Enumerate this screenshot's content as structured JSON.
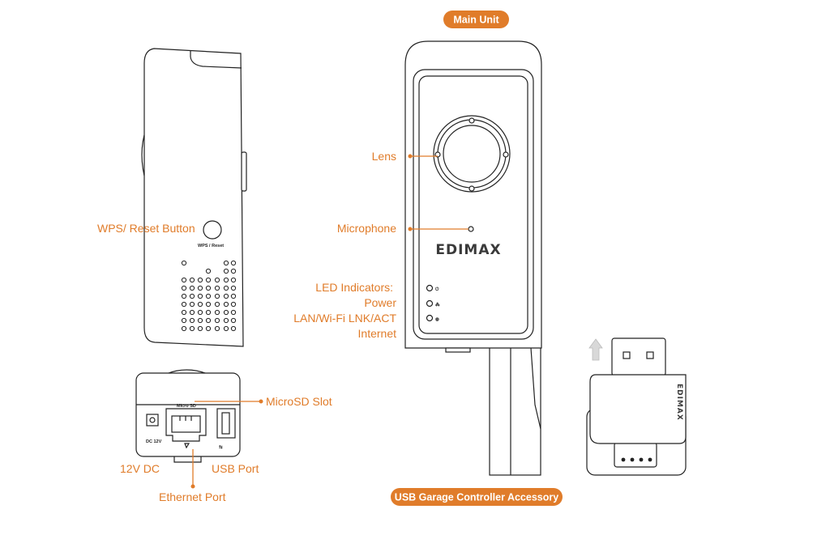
{
  "headers": {
    "main_unit": "Main Unit",
    "accessory": "USB Garage Controller Accessory"
  },
  "labels": {
    "wps_reset_button": "WPS/ Reset Button",
    "lens": "Lens",
    "microphone": "Microphone",
    "led_indicators": "LED Indicators:",
    "power": "Power",
    "lan_wifi": "LAN/Wi-Fi LNK/ACT",
    "internet": "Internet",
    "microsd_slot": "MicroSD Slot",
    "dc_12v": "12V DC",
    "usb_port": "USB Port",
    "ethernet_port": "Ethernet Port"
  },
  "device_text": {
    "brand": "EDIMAX",
    "wps_reset": "WPS / Reset",
    "micro_sd": "Micro SD",
    "dc_12v_small": "DC 12V"
  },
  "colors": {
    "accent": "#e07c2a",
    "line": "#222222"
  }
}
